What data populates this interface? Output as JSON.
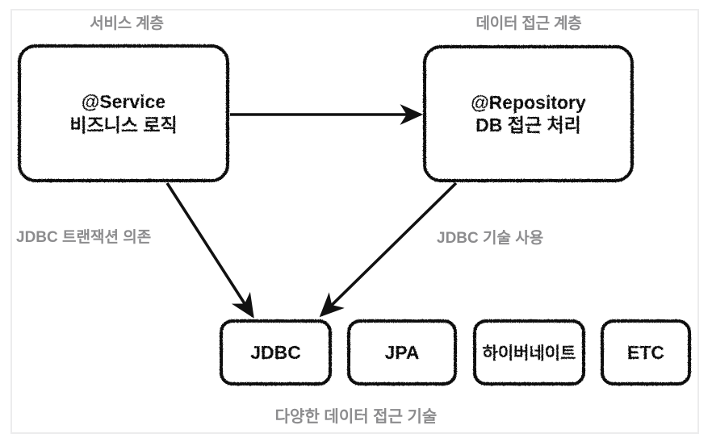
{
  "diagram": {
    "title_headers": [
      {
        "id": "service-layer",
        "label": "서비스 계층"
      },
      {
        "id": "data-access-layer",
        "label": "데이터 접근 계층"
      }
    ],
    "nodes": {
      "service": {
        "line1": "@Service",
        "line2": "비즈니스 로직"
      },
      "repository": {
        "line1": "@Repository",
        "line2": "DB 접근 처리"
      }
    },
    "technologies": [
      {
        "label": "JDBC"
      },
      {
        "label": "JPA"
      },
      {
        "label": "하이버네이트"
      },
      {
        "label": "ETC"
      }
    ],
    "edge_labels": {
      "left": "JDBC 트랜잭션 의존",
      "right": "JDBC 기술 사용"
    },
    "caption": "다양한 데이터 접근 기술",
    "colors": {
      "stroke": "#111111",
      "muted_text": "#8c8c8e",
      "frame": "#ececed",
      "background": "#ffffff"
    }
  }
}
